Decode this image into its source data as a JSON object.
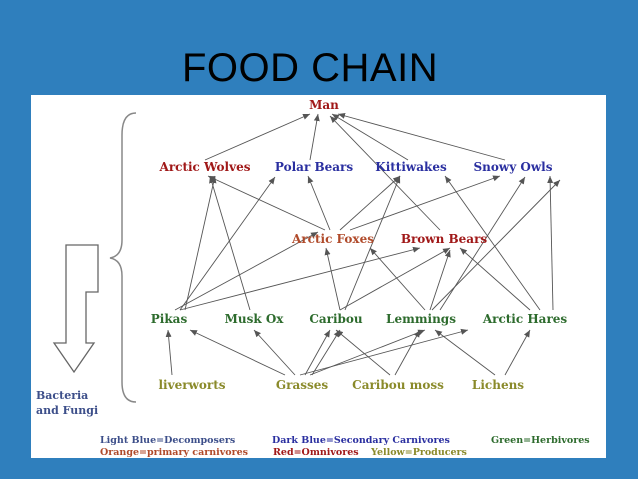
{
  "title": "FOOD CHAIN",
  "colors": {
    "background": "#2f7fbd",
    "panel": "#ffffff",
    "decomposer": "#3d4f8a",
    "secondary": "#2a2fa0",
    "herbivore": "#2d6b2d",
    "primary": "#b04a2a",
    "omnivore": "#a01818",
    "producer": "#8a8a2a",
    "arrow": "#555555"
  },
  "nodes": {
    "man": "Man",
    "arctic_wolves": "Arctic Wolves",
    "polar_bears": "Polar Bears",
    "kittiwakes": "Kittiwakes",
    "snowy_owls": "Snowy Owls",
    "arctic_foxes": "Arctic Foxes",
    "brown_bears": "Brown Bears",
    "pikas": "Pikas",
    "musk_ox": "Musk Ox",
    "caribou": "Caribou",
    "lemmings": "Lemmings",
    "arctic_hares": "Arctic Hares",
    "liverworts": "liverworts",
    "grasses": "Grasses",
    "caribou_moss": "Caribou moss",
    "lichens": "Lichens",
    "bacteria": "Bacteria",
    "fungi": "and Fungi"
  },
  "legend": {
    "decomposers": "Light Blue=Decomposers",
    "secondary": "Dark Blue=Secondary Carnivores",
    "herbivores": "Green=Herbivores",
    "primary": "Orange=primary carnivores",
    "omnivores": "Red=Omnivores",
    "producers": "Yellow=Producers"
  }
}
